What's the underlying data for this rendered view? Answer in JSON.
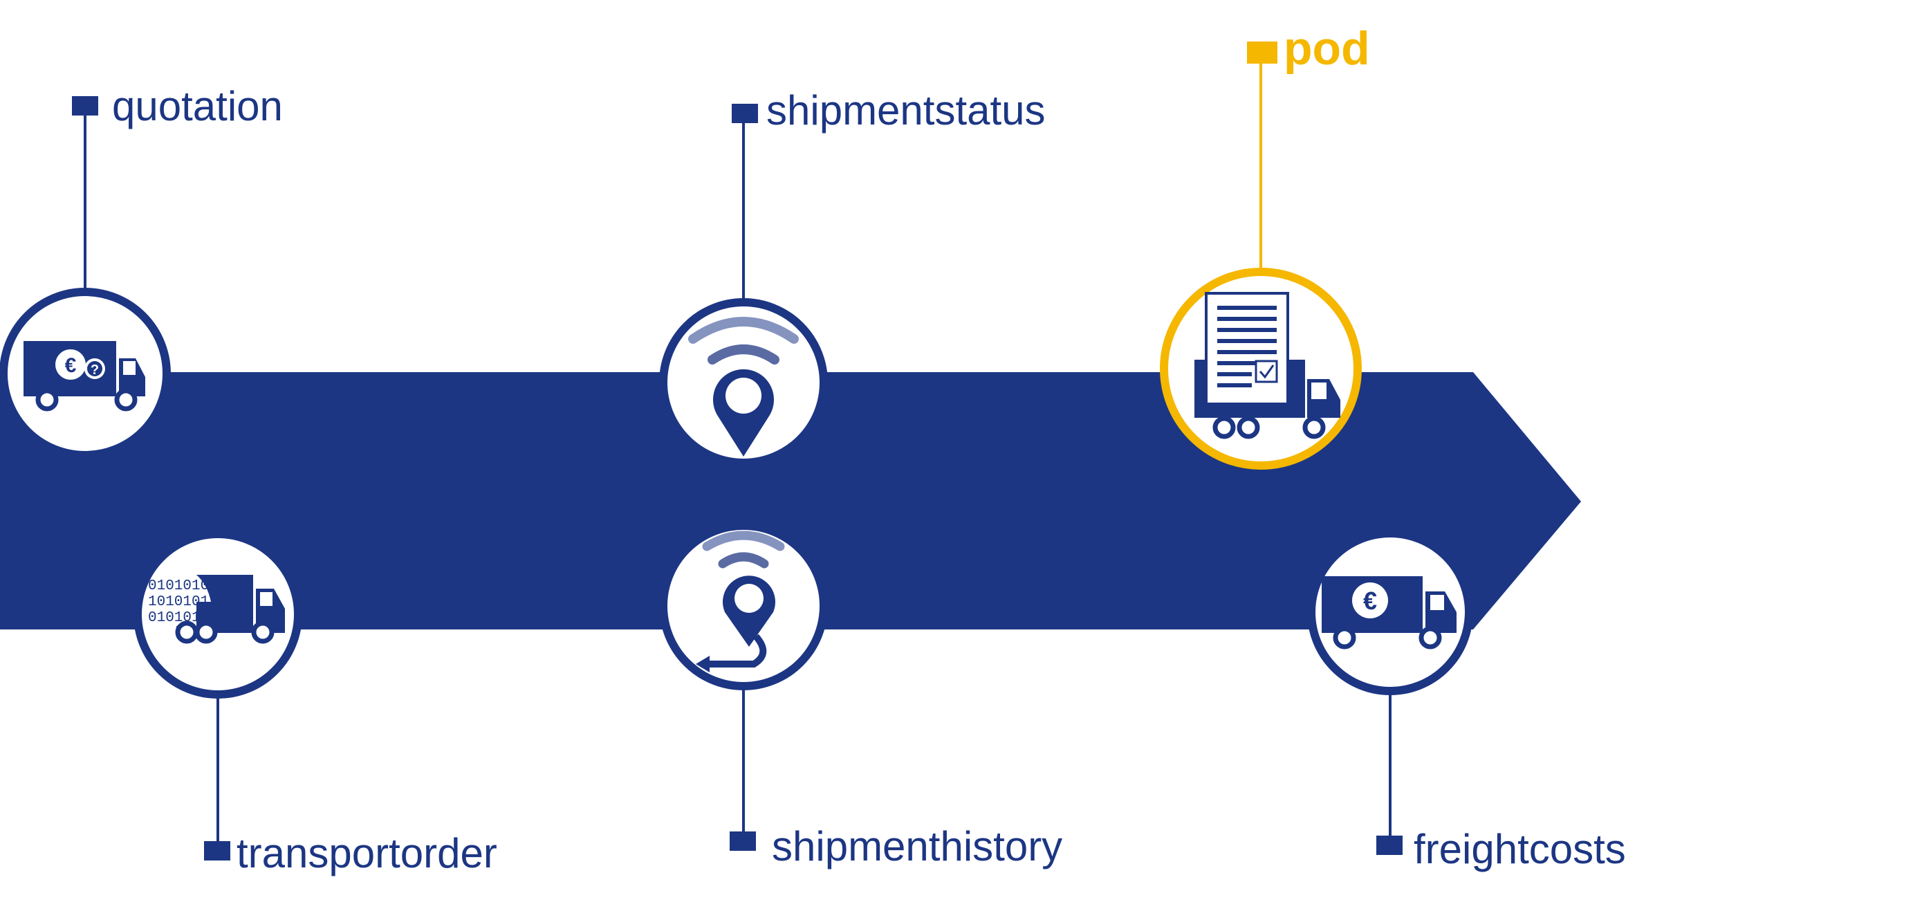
{
  "colors": {
    "primary": "#1c3683",
    "accent": "#f5b700",
    "light": "#8593bf",
    "background": "#ffffff"
  },
  "steps": [
    {
      "id": "quotation",
      "label": "quotation",
      "icon": "truck-euro-question-icon",
      "active": false
    },
    {
      "id": "transportorder",
      "label": "transportorder",
      "icon": "truck-binary-data-icon",
      "active": false
    },
    {
      "id": "shipmentstatus",
      "label": "shipmentstatus",
      "icon": "location-pin-signal-icon",
      "active": false
    },
    {
      "id": "shipmenthistory",
      "label": "shipmenthistory",
      "icon": "location-pin-history-icon",
      "active": false
    },
    {
      "id": "pod",
      "label": "pod",
      "icon": "truck-document-checkmark-icon",
      "active": true
    },
    {
      "id": "freightcosts",
      "label": "freightcosts",
      "icon": "truck-euro-icon",
      "active": false
    }
  ]
}
